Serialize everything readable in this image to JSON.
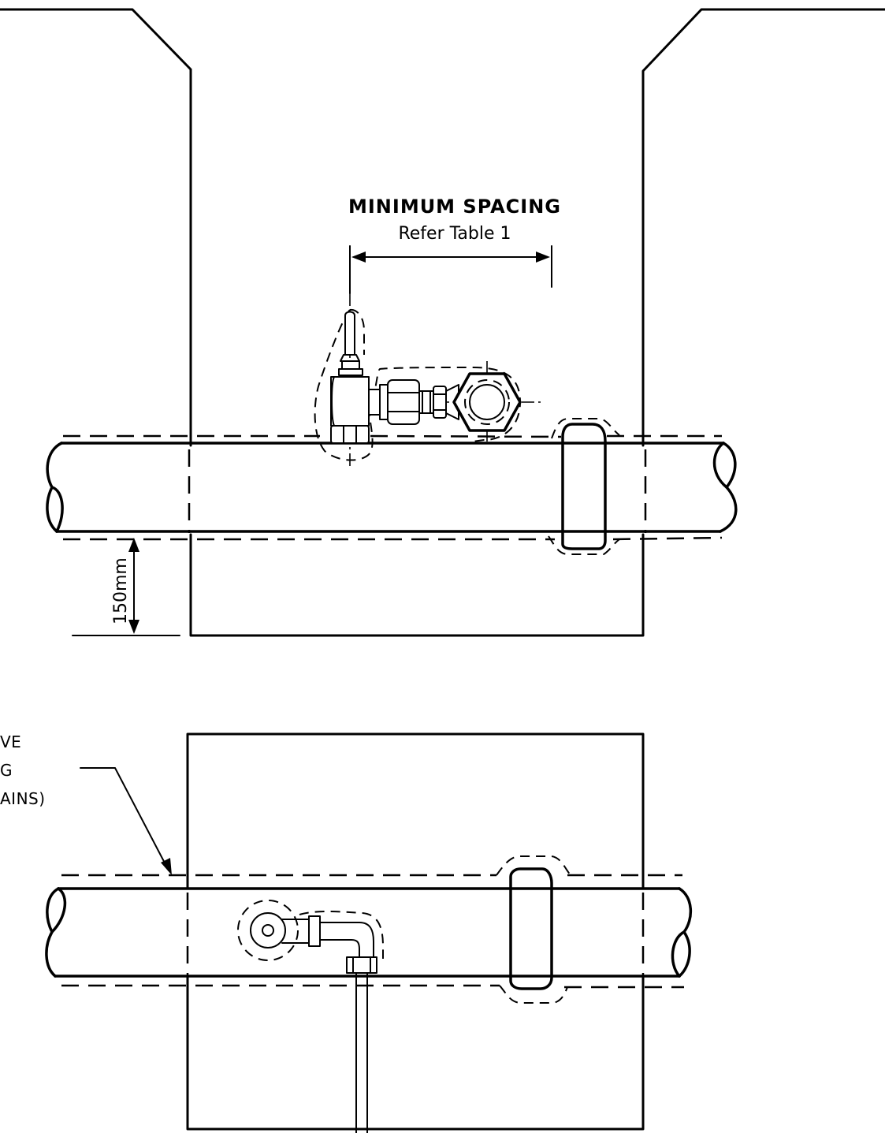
{
  "labels": {
    "min_spacing_title": "MINIMUM SPACING",
    "min_spacing_ref": "Refer Table 1",
    "height_dim": "150mm",
    "side_note_line1": "VE",
    "side_note_line2": "G",
    "side_note_line3": "AINS)"
  }
}
